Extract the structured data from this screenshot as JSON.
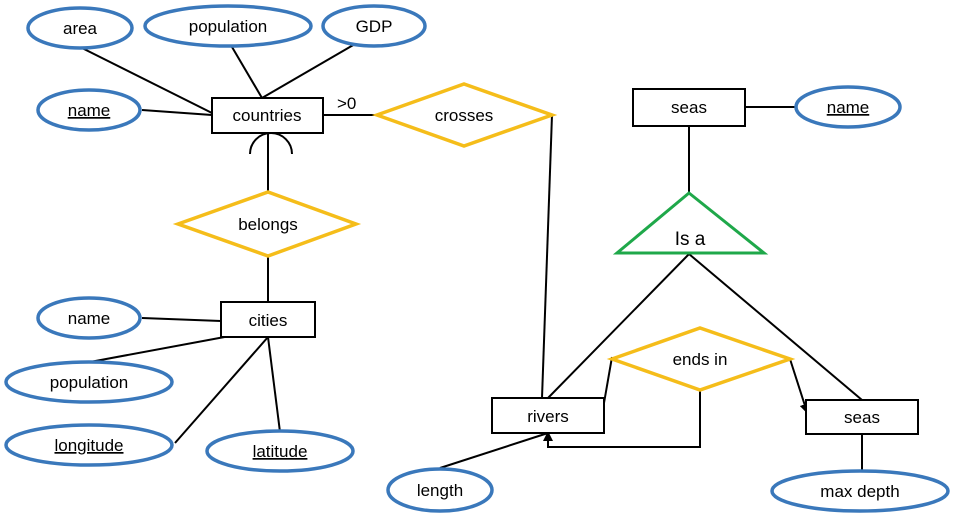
{
  "entities": {
    "countries": "countries",
    "cities": "cities",
    "rivers": "rivers",
    "seas_super": "seas",
    "seas_sub": "seas"
  },
  "attributes": {
    "countries_area": "area",
    "countries_population": "population",
    "countries_gdp": "GDP",
    "countries_name": "name",
    "cities_name": "name",
    "cities_population": "population",
    "cities_longitude": "longitude",
    "cities_latitude": "latitude",
    "seas_name": "name",
    "rivers_length": "length",
    "seas_max_depth": "max depth"
  },
  "relationships": {
    "crosses": "crosses",
    "belongs": "belongs",
    "ends_in": "ends in"
  },
  "isa": {
    "label": "Is a"
  },
  "cardinality": {
    "countries_crosses": ">0"
  },
  "colors": {
    "attribute_border": "#3a78bb",
    "relationship_border": "#f5bd1a",
    "isa_border": "#1fa84a",
    "entity_border": "#000000"
  }
}
